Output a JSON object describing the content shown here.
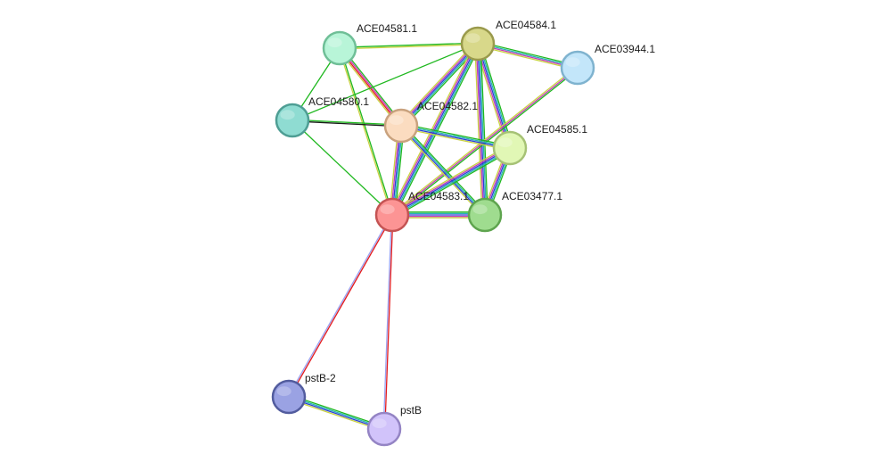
{
  "colors": {
    "neighborhood": "#1fb81f",
    "fusion": "#e31a1c",
    "cooccurrence": "#2b3fd6",
    "coexpression": "#1a1a1a",
    "experimental": "#c23bb8",
    "database": "#26b3b3",
    "textmining": "#c9d143",
    "homology": "#9aa0f0"
  },
  "nodes": [
    {
      "id": "ACE04581.1",
      "label": "ACE04581.1",
      "fill": "#b8f5d8",
      "stroke": "#6fbf97"
    },
    {
      "id": "ACE04584.1",
      "label": "ACE04584.1",
      "fill": "#d8d88a",
      "stroke": "#9a9a4c"
    },
    {
      "id": "ACE03944.1",
      "label": "ACE03944.1",
      "fill": "#c3e6fa",
      "stroke": "#7fb3cf"
    },
    {
      "id": "ACE04580.1",
      "label": "ACE04580.1",
      "fill": "#8fdcd2",
      "stroke": "#4e9e94"
    },
    {
      "id": "ACE04582.1",
      "label": "ACE04582.1",
      "fill": "#fbdcc0",
      "stroke": "#c9a27e"
    },
    {
      "id": "ACE04585.1",
      "label": "ACE04585.1",
      "fill": "#e1f7b5",
      "stroke": "#a6c275"
    },
    {
      "id": "ACE04583.1",
      "label": "ACE04583.1",
      "fill": "#fc9494",
      "stroke": "#c45353"
    },
    {
      "id": "ACE03477.1",
      "label": "ACE03477.1",
      "fill": "#9fdc8f",
      "stroke": "#5ea44e"
    },
    {
      "id": "pstB-2",
      "label": "pstB-2",
      "fill": "#9aa2e3",
      "stroke": "#525c9e"
    },
    {
      "id": "pstB",
      "label": "pstB",
      "fill": "#d1c3fa",
      "stroke": "#9484c4"
    }
  ],
  "edges": [
    {
      "from": "ACE04581.1",
      "to": "ACE04584.1",
      "types": [
        "neighborhood",
        "textmining"
      ]
    },
    {
      "from": "ACE04581.1",
      "to": "ACE04580.1",
      "types": [
        "neighborhood"
      ]
    },
    {
      "from": "ACE04581.1",
      "to": "ACE04582.1",
      "types": [
        "neighborhood",
        "experimental",
        "fusion",
        "textmining"
      ]
    },
    {
      "from": "ACE04581.1",
      "to": "ACE04583.1",
      "types": [
        "neighborhood",
        "textmining"
      ]
    },
    {
      "from": "ACE04584.1",
      "to": "ACE03944.1",
      "types": [
        "neighborhood",
        "database",
        "experimental",
        "textmining"
      ]
    },
    {
      "from": "ACE04584.1",
      "to": "ACE04580.1",
      "types": [
        "neighborhood"
      ]
    },
    {
      "from": "ACE04584.1",
      "to": "ACE04582.1",
      "types": [
        "neighborhood",
        "database",
        "cooccurrence",
        "experimental",
        "textmining"
      ]
    },
    {
      "from": "ACE04584.1",
      "to": "ACE04585.1",
      "types": [
        "neighborhood",
        "database",
        "cooccurrence",
        "experimental",
        "textmining"
      ]
    },
    {
      "from": "ACE04584.1",
      "to": "ACE04583.1",
      "types": [
        "neighborhood",
        "database",
        "cooccurrence",
        "experimental",
        "textmining"
      ]
    },
    {
      "from": "ACE04584.1",
      "to": "ACE03477.1",
      "types": [
        "neighborhood",
        "database",
        "cooccurrence",
        "experimental",
        "textmining"
      ]
    },
    {
      "from": "ACE03944.1",
      "to": "ACE04583.1",
      "types": [
        "neighborhood",
        "experimental",
        "textmining"
      ]
    },
    {
      "from": "ACE04580.1",
      "to": "ACE04582.1",
      "types": [
        "neighborhood",
        "coexpression"
      ]
    },
    {
      "from": "ACE04580.1",
      "to": "ACE04583.1",
      "types": [
        "neighborhood"
      ]
    },
    {
      "from": "ACE04582.1",
      "to": "ACE04585.1",
      "types": [
        "neighborhood",
        "database",
        "cooccurrence",
        "textmining"
      ]
    },
    {
      "from": "ACE04582.1",
      "to": "ACE04583.1",
      "types": [
        "neighborhood",
        "database",
        "cooccurrence",
        "experimental",
        "textmining"
      ]
    },
    {
      "from": "ACE04582.1",
      "to": "ACE03477.1",
      "types": [
        "neighborhood",
        "database",
        "cooccurrence",
        "textmining"
      ]
    },
    {
      "from": "ACE04585.1",
      "to": "ACE04583.1",
      "types": [
        "neighborhood",
        "database",
        "cooccurrence",
        "experimental",
        "textmining"
      ]
    },
    {
      "from": "ACE04585.1",
      "to": "ACE03477.1",
      "types": [
        "neighborhood",
        "database",
        "cooccurrence",
        "experimental",
        "textmining"
      ]
    },
    {
      "from": "ACE04583.1",
      "to": "ACE03477.1",
      "types": [
        "neighborhood",
        "database",
        "cooccurrence",
        "experimental",
        "textmining"
      ]
    },
    {
      "from": "ACE04583.1",
      "to": "pstB-2",
      "types": [
        "fusion",
        "homology"
      ]
    },
    {
      "from": "ACE04583.1",
      "to": "pstB",
      "types": [
        "fusion",
        "homology"
      ]
    },
    {
      "from": "pstB-2",
      "to": "pstB",
      "types": [
        "neighborhood",
        "database",
        "cooccurrence",
        "textmining"
      ]
    }
  ]
}
